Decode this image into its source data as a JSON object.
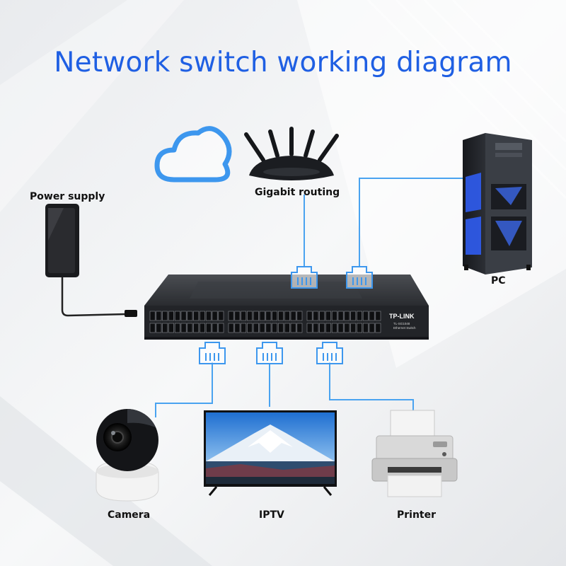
{
  "title": "Network switch working diagram",
  "labels": {
    "power_supply": "Power supply",
    "router": "Gigabit routing",
    "pc": "PC",
    "camera": "Camera",
    "iptv": "IPTV",
    "printer": "Printer"
  },
  "switch": {
    "brand": "TP-LINK",
    "model": "TL-SG1048",
    "subtitle": "Ethernet Switch"
  },
  "colors": {
    "title": "#1f5fe3",
    "cable": "#4aa3f0",
    "switch_body": "#2b2d31"
  }
}
